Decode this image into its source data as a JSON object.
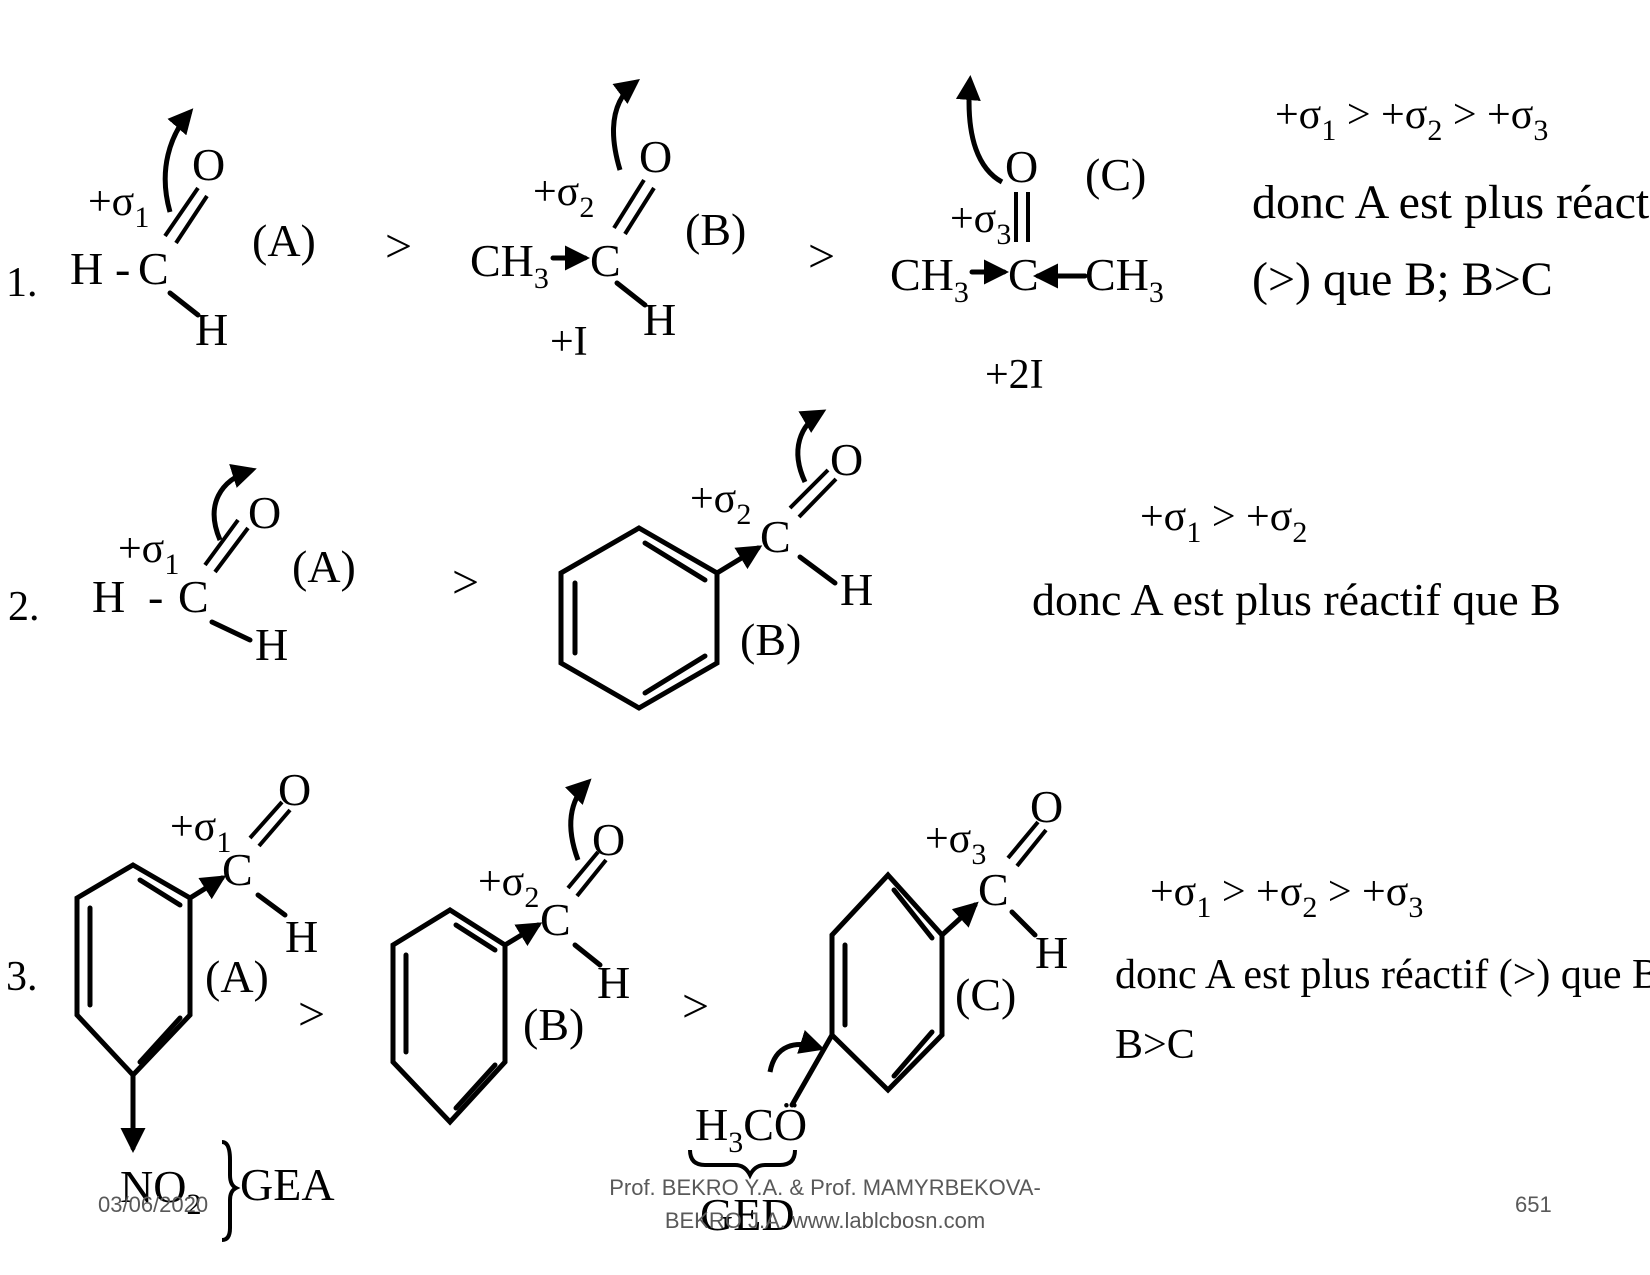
{
  "rows": [
    {
      "number": "1.",
      "labels": {
        "A": "(A)",
        "B": "(B)",
        "C": "(C)"
      },
      "gt": ">",
      "atoms": {
        "H": "H",
        "dash": "-",
        "C": "C",
        "O": "O",
        "CH3": "CH",
        "sub3": "3"
      },
      "sigma": {
        "s1": "+σ",
        "i1": "1",
        "s2": "+σ",
        "i2": "2",
        "s3": "+σ",
        "i3": "3"
      },
      "effects": {
        "B": "+I",
        "C": "+2I"
      },
      "conclusion": {
        "line0a": "+σ",
        "line0i1": "1",
        "line0b": " > +σ",
        "line0i2": "2",
        "line0c": " > +σ",
        "line0i3": "3",
        "line1": "donc A est plus réactif",
        "line2": "(>) que B; B>C"
      }
    },
    {
      "number": "2.",
      "labels": {
        "A": "(A)",
        "B": "(B)"
      },
      "gt": ">",
      "conclusion": {
        "line0a": "+σ",
        "line0i1": "1",
        "line0b": " > +σ",
        "line0i2": "2",
        "line1": "donc A est plus réactif que B"
      }
    },
    {
      "number": "3.",
      "labels": {
        "A": "(A)",
        "B": "(B)",
        "C": "(C)"
      },
      "gt": ">",
      "groups": {
        "no2": "NO",
        "no2sub": "2",
        "gea": "GEA",
        "h3co_h": "H",
        "h3co_sub": "3",
        "h3co_co": "CÖ",
        "ged": "GED"
      },
      "conclusion": {
        "line0a": "+σ",
        "line0i1": "1",
        "line0b": " > +σ",
        "line0i2": "2",
        "line0c": " > +σ",
        "line0i3": "3",
        "line1": "donc A est plus réactif (>) que B;",
        "line2": "B>C"
      }
    }
  ],
  "footer": {
    "date": "03/06/2020",
    "author_line1": "Prof. BEKRO Y.A. & Prof. MAMYRBEKOVA-",
    "author_line2": "BEKRO J.A. www.lablcbosn.com",
    "page": "651"
  }
}
